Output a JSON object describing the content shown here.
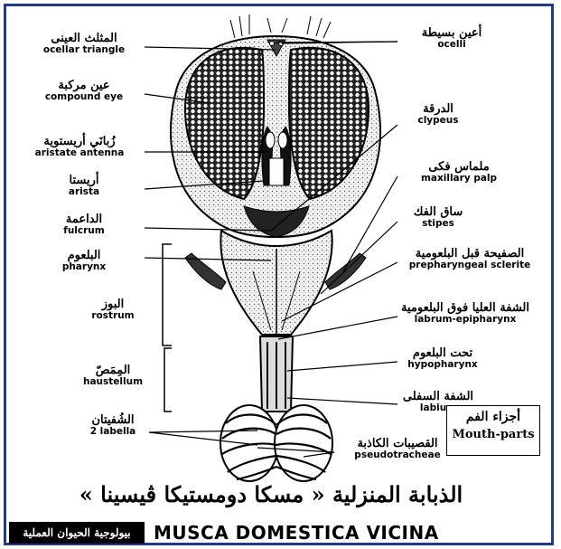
{
  "labels_left": [
    {
      "id": "ocellar-triangle",
      "ar": "المثلث العينى",
      "en": "ocellar triangle"
    },
    {
      "id": "compound-eye",
      "ar": "عين مركبة",
      "en": "compound eye"
    },
    {
      "id": "aristate-antenna",
      "ar": "زُبانَي أريستوية",
      "en": "aristate antenna"
    },
    {
      "id": "arista",
      "ar": "أريستا",
      "en": "arista"
    },
    {
      "id": "fulcrum",
      "ar": "الداعمة",
      "en": "fulcrum"
    },
    {
      "id": "pharynx",
      "ar": "البلعوم",
      "en": "pharynx"
    },
    {
      "id": "rostrum",
      "ar": "البوز",
      "en": "rostrum"
    },
    {
      "id": "haustellum",
      "ar": "المِمَصّ",
      "en": "haustellum"
    },
    {
      "id": "labella",
      "ar": "الشُفيتان",
      "en": "2 labella"
    }
  ],
  "labels_right": [
    {
      "id": "ocelli",
      "ar": "أعين بسيطة",
      "en": "ocelli"
    },
    {
      "id": "clypeus",
      "ar": "الدرقة",
      "en": "clypeus"
    },
    {
      "id": "maxillary-palp",
      "ar": "ملماس فكى",
      "en": "maxillary palp"
    },
    {
      "id": "stipes",
      "ar": "ساق الفك",
      "en": "stipes"
    },
    {
      "id": "prepharyngeal-sclerite",
      "ar": "الصفيحة قبل البلعومية",
      "en": "prepharyngeal sclerite"
    },
    {
      "id": "labrum-epipharynx",
      "ar": "الشفة العليا فوق البلعومية",
      "en": "labrum-epipharynx"
    },
    {
      "id": "hypopharynx",
      "ar": "تحت البلعوم",
      "en": "hypopharynx"
    },
    {
      "id": "labium",
      "ar": "الشفة السفلى",
      "en": "labium"
    },
    {
      "id": "pseudotracheae",
      "ar": "القصيبات الكاذبة",
      "en": "pseudotracheae"
    }
  ],
  "mouthparts_box": {
    "ar": "أجزاء الفم",
    "en": "Mouth-parts"
  },
  "caption": {
    "ar": "الذبابة المنزلية « مسكا دومستيكا ڤيسينا »",
    "en": "MUSCA DOMESTICA VICINA"
  },
  "book_tab": "بيولوجية الحيوان العملية",
  "colors": {
    "frame": "#1f3c8c",
    "ink": "#000000"
  }
}
